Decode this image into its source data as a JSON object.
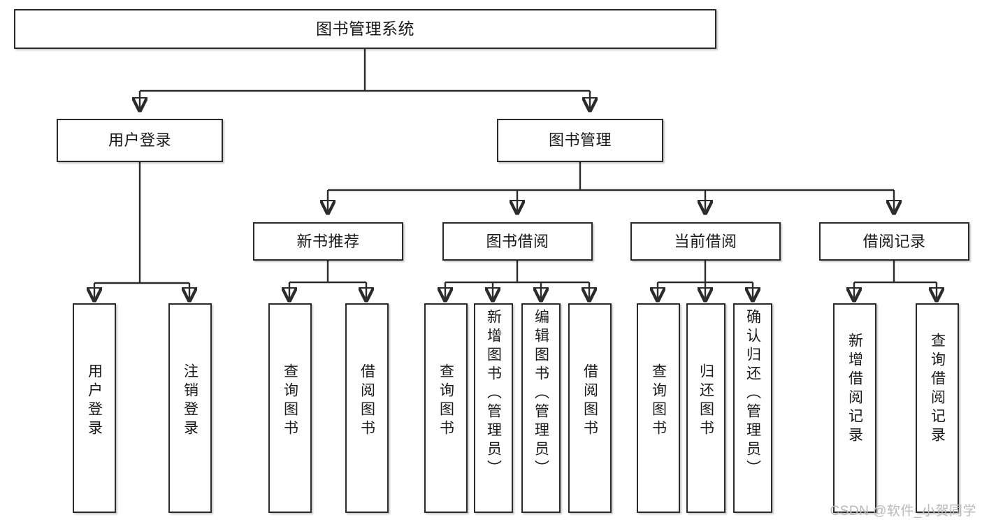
{
  "diagram": {
    "title": "图书管理系统",
    "watermark": "CSDN @软件_小贺同学",
    "colors": {
      "background": "#ffffff",
      "stroke": "#2b2b2b",
      "text": "#1a1a1a",
      "watermark": "#b9b9b9"
    },
    "nodes": {
      "root": {
        "label": "图书管理系统"
      },
      "level2": [
        {
          "id": "user-login",
          "label": "用户登录"
        },
        {
          "id": "book-manage",
          "label": "图书管理"
        }
      ],
      "level3": [
        {
          "id": "new-book-recommend",
          "label": "新书推荐"
        },
        {
          "id": "book-borrow",
          "label": "图书借阅"
        },
        {
          "id": "current-borrow",
          "label": "当前借阅"
        },
        {
          "id": "borrow-record",
          "label": "借阅记录"
        }
      ],
      "leaves": {
        "user-login": [
          {
            "id": "leaf-user-login",
            "label": "用户登录"
          },
          {
            "id": "leaf-logout",
            "label": "注销登录"
          }
        ],
        "new-book-recommend": [
          {
            "id": "leaf-query-book-1",
            "label": "查询图书"
          },
          {
            "id": "leaf-borrow-book-1",
            "label": "借阅图书"
          }
        ],
        "book-borrow": [
          {
            "id": "leaf-query-book-2",
            "label": "查询图书"
          },
          {
            "id": "leaf-add-book",
            "label": "新增图书（管理员）"
          },
          {
            "id": "leaf-edit-book",
            "label": "编辑图书（管理员）"
          },
          {
            "id": "leaf-borrow-book-2",
            "label": "借阅图书"
          }
        ],
        "current-borrow": [
          {
            "id": "leaf-query-book-3",
            "label": "查询图书"
          },
          {
            "id": "leaf-return-book",
            "label": "归还图书"
          },
          {
            "id": "leaf-confirm-return",
            "label": "确认归还（管理员）"
          }
        ],
        "borrow-record": [
          {
            "id": "leaf-add-record",
            "label": "新增借阅记录"
          },
          {
            "id": "leaf-query-record",
            "label": "查询借阅记录"
          }
        ]
      }
    }
  }
}
